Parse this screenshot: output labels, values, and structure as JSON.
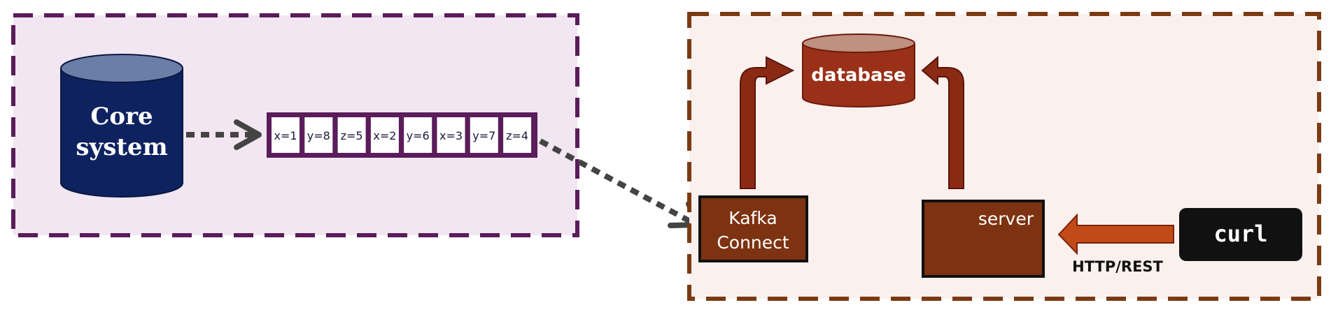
{
  "left_panel": {
    "core_system_line1": "Core",
    "core_system_line2": "system",
    "cells": [
      "x=1",
      "y=8",
      "z=5",
      "x=2",
      "y=6",
      "x=3",
      "y=7",
      "z=4"
    ]
  },
  "right_panel": {
    "database_label": "database",
    "kafka_line1": "Kafka",
    "kafka_line2": "Connect",
    "server_label": "server",
    "curl_label": "curl",
    "http_label": "HTTP/REST"
  },
  "colors": {
    "left_bg": "#f1e6f1",
    "left_border": "#5a1c5a",
    "right_bg": "#faf0ee",
    "right_border": "#7b3a12",
    "core_fill": "#0f2260",
    "core_top": "#6b7ea8",
    "db_fill": "#9a3018",
    "db_top": "#c09080",
    "box_fill": "#7d3211",
    "arrow_fill": "#8b2a14",
    "http_arrow": "#c14a17",
    "curl_bg": "#111111",
    "dotted": "#444444"
  }
}
